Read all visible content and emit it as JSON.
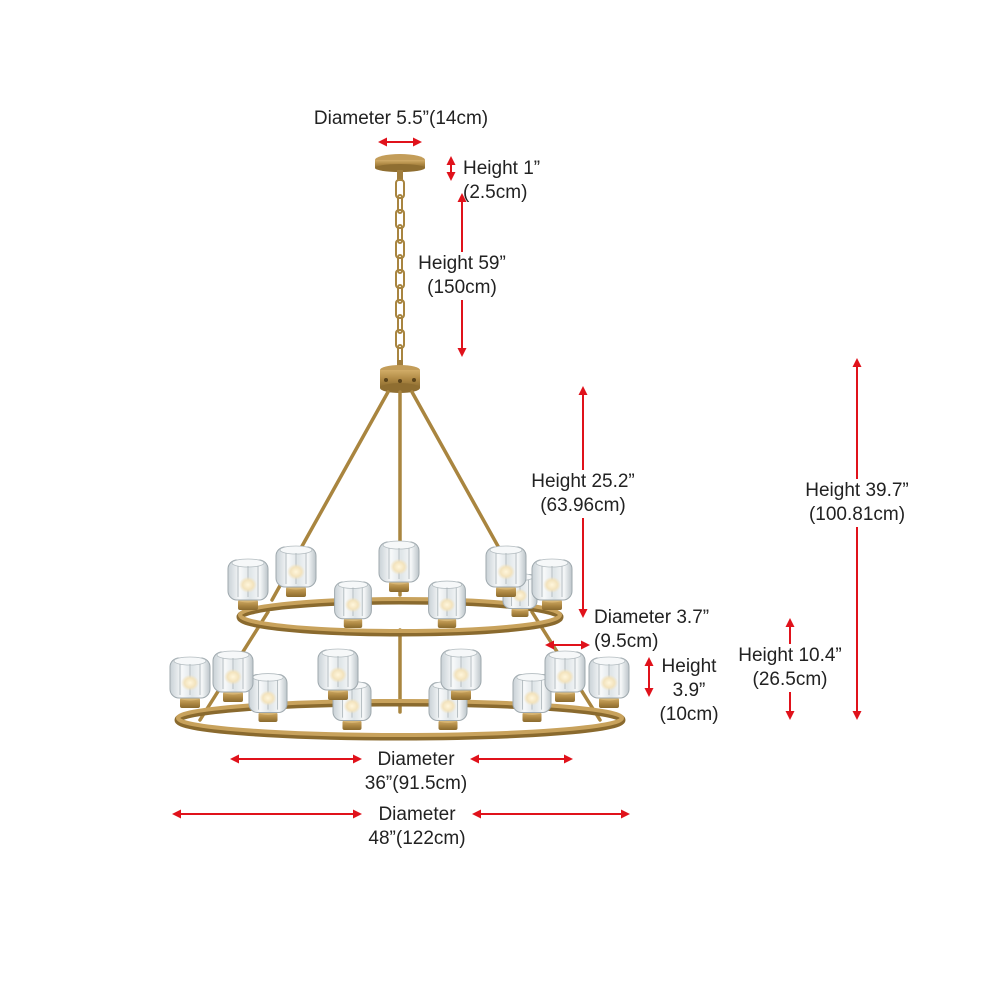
{
  "colors": {
    "dimension_arrow": "#e0121b",
    "brass": "#b08a45",
    "brass_dark": "#8a6a2e",
    "glass": "#e9eef1",
    "label_text": "#222222"
  },
  "dimensions": {
    "canopy_diameter": {
      "text": "Diameter 5.5”(14cm)"
    },
    "canopy_height": {
      "line1": "Height 1”",
      "line2": "(2.5cm)"
    },
    "chain_height": {
      "line1": "Height 59”",
      "line2": "(150cm)"
    },
    "upper_frame_height": {
      "line1": "Height 25.2”",
      "line2": "(63.96cm)"
    },
    "overall_height": {
      "line1": "Height 39.7”",
      "line2": "(100.81cm)"
    },
    "shade_diameter": {
      "line1": "Diameter 3.7”",
      "line2": "(9.5cm)"
    },
    "shade_height": {
      "line1": "Height",
      "line2": "3.9”",
      "line3": "(10cm)"
    },
    "tier_height": {
      "line1": "Height 10.4”",
      "line2": "(26.5cm)"
    },
    "upper_ring_diameter": {
      "line1": "Diameter",
      "line2": "36”(91.5cm)"
    },
    "lower_ring_diameter": {
      "line1": "Diameter",
      "line2": "48”(122cm)"
    }
  }
}
